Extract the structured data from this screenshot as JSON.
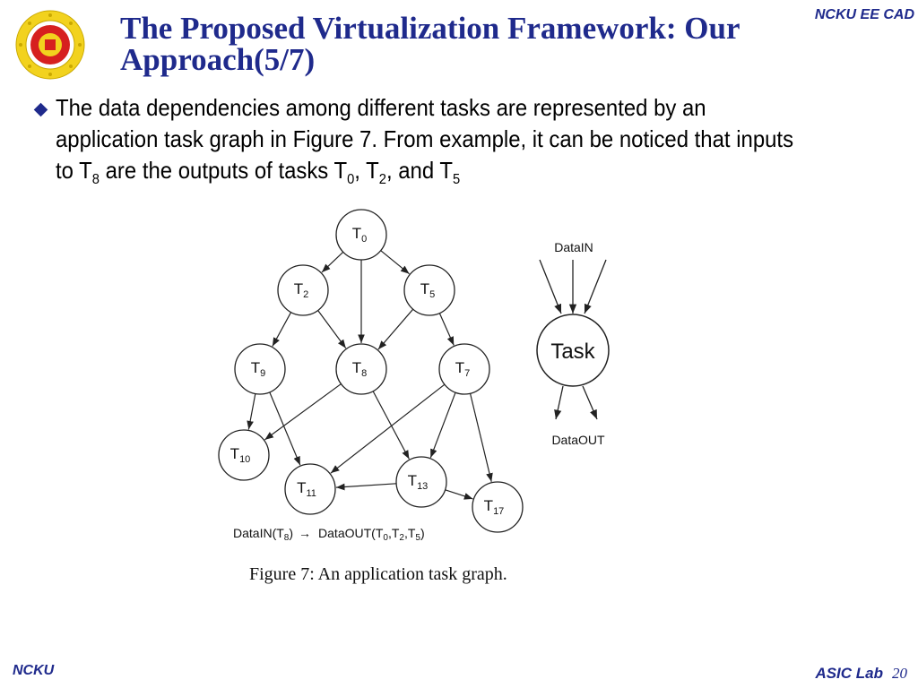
{
  "header": {
    "title_line1": "The Proposed Virtualization Framework: Our",
    "title_line2": "Approach(5/7)",
    "corner_label": "NCKU EE CAD"
  },
  "bullet": {
    "part1": "The data dependencies among different tasks are represented by an application task graph in Figure 7. From example, it can be noticed that inputs to T",
    "sub1": "8",
    "part2": " are the outputs of tasks T",
    "sub2": "0",
    "part3": ", T",
    "sub3": "2",
    "part4": ", and T",
    "sub4": "5"
  },
  "graph": {
    "nodes": [
      {
        "id": "T0",
        "base": "T",
        "sub": "0"
      },
      {
        "id": "T2",
        "base": "T",
        "sub": "2"
      },
      {
        "id": "T5",
        "base": "T",
        "sub": "5"
      },
      {
        "id": "T9",
        "base": "T",
        "sub": "9"
      },
      {
        "id": "T8",
        "base": "T",
        "sub": "8"
      },
      {
        "id": "T7",
        "base": "T",
        "sub": "7"
      },
      {
        "id": "T10",
        "base": "T",
        "sub": "10"
      },
      {
        "id": "T11",
        "base": "T",
        "sub": "11"
      },
      {
        "id": "T13",
        "base": "T",
        "sub": "13"
      },
      {
        "id": "T17",
        "base": "T",
        "sub": "17"
      }
    ],
    "edges": [
      [
        "T0",
        "T2"
      ],
      [
        "T0",
        "T5"
      ],
      [
        "T0",
        "T8"
      ],
      [
        "T2",
        "T9"
      ],
      [
        "T2",
        "T8"
      ],
      [
        "T5",
        "T8"
      ],
      [
        "T5",
        "T7"
      ],
      [
        "T9",
        "T10"
      ],
      [
        "T9",
        "T11"
      ],
      [
        "T8",
        "T10"
      ],
      [
        "T8",
        "T13"
      ],
      [
        "T7",
        "T11"
      ],
      [
        "T7",
        "T13"
      ],
      [
        "T7",
        "T17"
      ],
      [
        "T13",
        "T11"
      ],
      [
        "T13",
        "T17"
      ]
    ],
    "annotation": {
      "in_label": "DataIN(T",
      "in_sub": "8",
      "in_close": ")",
      "arrow": "→",
      "out_label": "DataOUT(T",
      "out_sub1": "0",
      "out_sep1": ",T",
      "out_sub2": "2",
      "out_sep2": ",T",
      "out_sub3": "5",
      "out_close": ")"
    },
    "caption": "Figure 7:  An application task graph.",
    "legend": {
      "in": "DataIN",
      "task": "Task",
      "out": "DataOUT"
    }
  },
  "footer": {
    "left": "NCKU",
    "right": "ASIC Lab",
    "page": "20"
  }
}
